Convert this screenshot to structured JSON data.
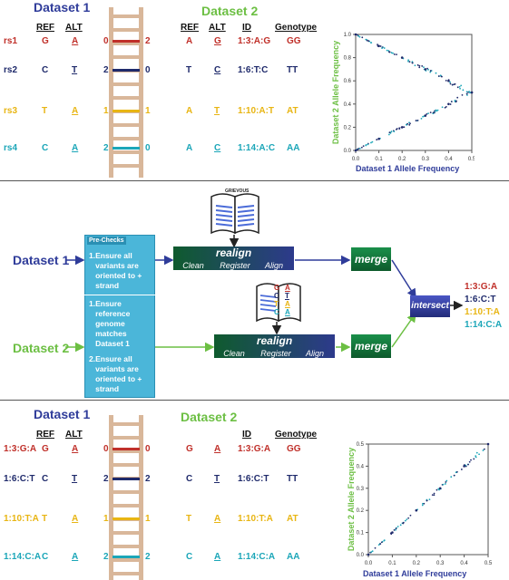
{
  "colors": {
    "red": "#c0302a",
    "navy": "#1f2a6b",
    "yellow": "#e8b513",
    "teal": "#1ba6b8",
    "green": "#6cbf43",
    "blue": "#2f3c9a",
    "ladder": "#d9b79a"
  },
  "top": {
    "dataset1_title": "Dataset 1",
    "dataset2_title": "Dataset 2",
    "headers": {
      "ref": "REF",
      "alt": "ALT",
      "id": "ID",
      "genotype": "Genotype"
    },
    "rows": [
      {
        "name": "rs1",
        "ref": "G",
        "alt": "A",
        "left": "0",
        "right": "2",
        "ref2": "A",
        "alt2": "G",
        "id": "1:3:A:G",
        "gt": "GG",
        "color": "red"
      },
      {
        "name": "rs2",
        "ref": "C",
        "alt": "T",
        "left": "2",
        "right": "0",
        "ref2": "T",
        "alt2": "C",
        "id": "1:6:T:C",
        "gt": "TT",
        "color": "navy"
      },
      {
        "name": "rs3",
        "ref": "T",
        "alt": "A",
        "left": "1",
        "right": "1",
        "ref2": "A",
        "alt2": "T",
        "id": "1:10:A:T",
        "gt": "AT",
        "color": "yellow"
      },
      {
        "name": "rs4",
        "ref": "C",
        "alt": "A",
        "left": "2",
        "right": "0",
        "ref2": "A",
        "alt2": "C",
        "id": "1:14:A:C",
        "gt": "AA",
        "color": "teal"
      }
    ],
    "chart_data": {
      "type": "scatter",
      "xlabel": "Dataset 1 Allele Frequency",
      "ylabel": "Dataset 2 Allele Frequency",
      "xlim": [
        0,
        0.5
      ],
      "ylim": [
        0,
        1
      ],
      "xticks": [
        "0.0",
        "0.1",
        "0.2",
        "0.3",
        "0.4",
        "0.5"
      ],
      "yticks": [
        "0.0",
        "0.2",
        "0.4",
        "0.6",
        "0.8",
        "1.0"
      ],
      "series": [
        {
          "trend": "y = 1 - x",
          "values": [
            [
              0,
              1
            ],
            [
              0.1,
              0.9
            ],
            [
              0.2,
              0.8
            ],
            [
              0.3,
              0.7
            ],
            [
              0.4,
              0.6
            ],
            [
              0.5,
              0.5
            ]
          ]
        },
        {
          "trend": "y = x",
          "values": [
            [
              0,
              0
            ],
            [
              0.1,
              0.1
            ],
            [
              0.2,
              0.2
            ],
            [
              0.3,
              0.3
            ],
            [
              0.4,
              0.4
            ],
            [
              0.5,
              0.5
            ]
          ]
        }
      ]
    }
  },
  "middle": {
    "dataset1_label": "Dataset 1",
    "dataset2_label": "Dataset 2",
    "prechecks_title": "Pre-Checks",
    "prechecks1": [
      "Ensure all variants are oriented to + strand"
    ],
    "prechecks2": [
      "Ensure reference genome matches Dataset 1",
      "Ensure all variants are oriented to + strand"
    ],
    "book_label": "GRIEVOUS",
    "book2_pairs": [
      [
        "G",
        "A"
      ],
      [
        "C",
        "T"
      ],
      [
        "T",
        "A"
      ],
      [
        "C",
        "A"
      ]
    ],
    "realign": "realign",
    "clean": "Clean",
    "register": "Register",
    "align": "Align",
    "merge": "merge",
    "intersect": "intersect",
    "outputs": [
      {
        "text": "1:3:G:A",
        "color": "red"
      },
      {
        "text": "1:6:C:T",
        "color": "navy"
      },
      {
        "text": "1:10:T:A",
        "color": "yellow"
      },
      {
        "text": "1:14:C:A",
        "color": "teal"
      }
    ]
  },
  "bottom": {
    "dataset1_title": "Dataset 1",
    "dataset2_title": "Dataset 2",
    "headers": {
      "ref": "REF",
      "alt": "ALT",
      "id": "ID",
      "genotype": "Genotype"
    },
    "rows": [
      {
        "name": "1:3:G:A",
        "ref": "G",
        "alt": "A",
        "left": "0",
        "right": "0",
        "ref2": "G",
        "alt2": "A",
        "id": "1:3:G:A",
        "gt": "GG",
        "color": "red"
      },
      {
        "name": "1:6:C:T",
        "ref": "C",
        "alt": "T",
        "left": "2",
        "right": "2",
        "ref2": "C",
        "alt2": "T",
        "id": "1:6:C:T",
        "gt": "TT",
        "color": "navy"
      },
      {
        "name": "1:10:T:A",
        "ref": "T",
        "alt": "A",
        "left": "1",
        "right": "1",
        "ref2": "T",
        "alt2": "A",
        "id": "1:10:T:A",
        "gt": "AT",
        "color": "yellow"
      },
      {
        "name": "1:14:C:A",
        "ref": "C",
        "alt": "A",
        "left": "2",
        "right": "2",
        "ref2": "C",
        "alt2": "A",
        "id": "1:14:C:A",
        "gt": "AA",
        "color": "teal"
      }
    ],
    "chart_data": {
      "type": "scatter",
      "xlabel": "Dataset 1 Allele Frequency",
      "ylabel": "Dataset 2 Allele Frequency",
      "xlim": [
        0,
        0.5
      ],
      "ylim": [
        0,
        0.5
      ],
      "xticks": [
        "0.0",
        "0.1",
        "0.2",
        "0.3",
        "0.4",
        "0.5"
      ],
      "yticks": [
        "0.0",
        "0.1",
        "0.2",
        "0.3",
        "0.4",
        "0.5"
      ],
      "series": [
        {
          "trend": "y = x",
          "values": [
            [
              0,
              0
            ],
            [
              0.1,
              0.1
            ],
            [
              0.2,
              0.2
            ],
            [
              0.3,
              0.3
            ],
            [
              0.4,
              0.4
            ],
            [
              0.5,
              0.5
            ]
          ]
        }
      ]
    }
  }
}
